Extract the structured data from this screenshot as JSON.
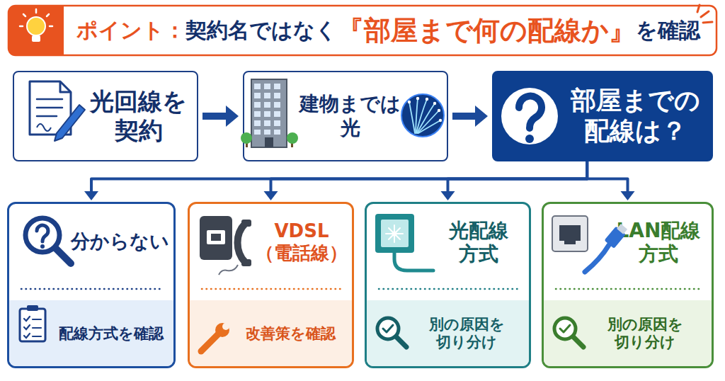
{
  "diagram": {
    "title": "ポイント：契約名ではなく『部屋まで何の配線か』を確認",
    "nodes": [
      {
        "text": [
          "光回線を 契約"
        ]
      },
      {
        "text": [
          "建物までは 光"
        ]
      },
      {
        "text": [
          "部屋までの 配線は？"
        ]
      },
      {
        "text": [
          "分からない"
        ]
      },
      {
        "text": [
          "配線方式を確認"
        ],
        "in": 3
      },
      {
        "text": [
          "VDSL （電話線）"
        ]
      },
      {
        "text": [
          "改善策を確認"
        ],
        "in": 5
      },
      {
        "text": [
          "光配線 方式"
        ]
      },
      {
        "text": [
          "別の原因を 切り分け"
        ],
        "in": 7
      },
      {
        "text": [
          "LAN配線 方式"
        ]
      },
      {
        "text": [
          "別の原因を 切り分け"
        ],
        "in": 9
      }
    ],
    "edges": [
      {
        "from": 0,
        "to": 1,
        "arrow": "to"
      },
      {
        "from": 1,
        "to": 2,
        "arrow": "to"
      },
      {
        "from": 2,
        "to": 3,
        "arrow": "to"
      },
      {
        "from": 2,
        "to": 5,
        "arrow": "to"
      },
      {
        "from": 2,
        "to": 7,
        "arrow": "to"
      },
      {
        "from": 2,
        "to": 9,
        "arrow": "to"
      }
    ]
  }
}
